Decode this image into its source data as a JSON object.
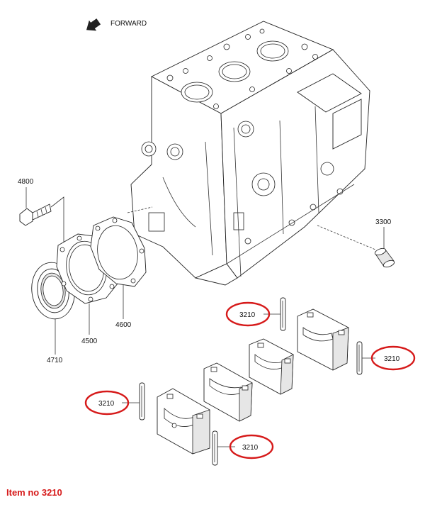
{
  "diagram": {
    "direction_label": "FORWARD",
    "part_labels": {
      "bolt": "4800",
      "plug": "3300",
      "oil_seal": "4710",
      "seal_case": "4500",
      "gasket": "4600"
    },
    "highlighted_part": "3210",
    "highlight_color": "#d61a1a"
  },
  "caption": "Item no 3210"
}
